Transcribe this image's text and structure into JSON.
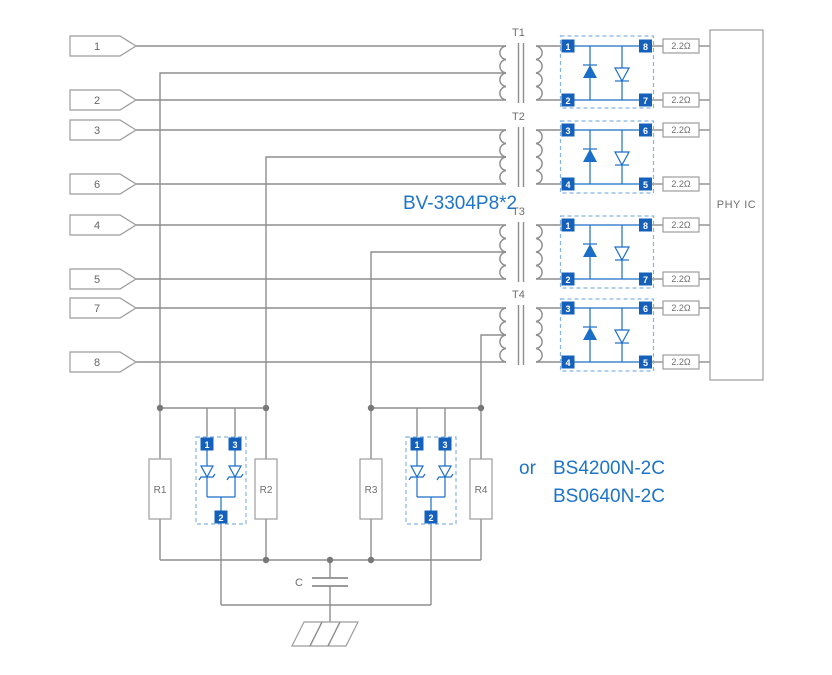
{
  "schematic": {
    "left_pins": [
      "1",
      "2",
      "3",
      "6",
      "4",
      "5",
      "7",
      "8"
    ],
    "transformers": [
      "T1",
      "T2",
      "T3",
      "T4"
    ],
    "array_label": "BV-3304P8*2",
    "array_pins_left": [
      "1",
      "2",
      "3",
      "4"
    ],
    "array_pins_right": [
      "8",
      "7",
      "6",
      "5"
    ],
    "series_resistor_label": "2.2Ω",
    "phy_label": "PHY IC",
    "bottom_resistors": [
      "R1",
      "R2",
      "R3",
      "R4"
    ],
    "tvs_or": "or",
    "tvs_models": [
      "BS4200N-2C",
      "BS0640N-2C"
    ],
    "tvs_pins_top": [
      "1",
      "3"
    ],
    "tvs_pin_bottom": "2",
    "cap_label": "C"
  },
  "colors": {
    "wire": "#8e8e8e",
    "blue": "#1a6ec5",
    "pin_blue": "#1560ba",
    "label_gray": "#6e6e6e",
    "blue_text": "#1e74c9"
  }
}
